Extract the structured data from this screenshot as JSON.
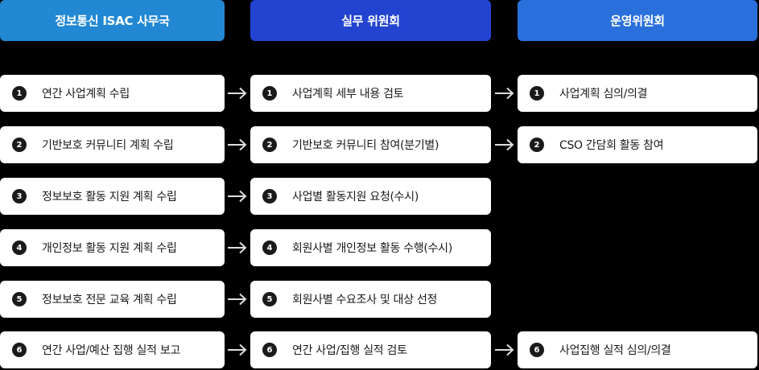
{
  "colors": {
    "background": "#000000",
    "header_col1": "#2288d4",
    "header_col2": "#2244d0",
    "header_col3": "#2a70dc",
    "box": "#ffffff",
    "number_badge": "#1a1a1a",
    "arrow": "#dddddd",
    "text": "#1a1a1a"
  },
  "columns": [
    {
      "title": "정보통신 ISAC 사무국",
      "items": [
        {
          "num": "1",
          "label": "연간 사업계획 수립"
        },
        {
          "num": "2",
          "label": "기반보호 커뮤니티 계획 수립"
        },
        {
          "num": "3",
          "label": "정보보호 활동 지원 계획 수립"
        },
        {
          "num": "4",
          "label": "개인정보 활동 지원 계획 수립"
        },
        {
          "num": "5",
          "label": "정보보호 전문 교육 계획 수립"
        },
        {
          "num": "6",
          "label": "연간 사업/예산 집행 실적 보고"
        }
      ]
    },
    {
      "title": "실무 위원회",
      "items": [
        {
          "num": "1",
          "label": "사업계획 세부 내용 검토"
        },
        {
          "num": "2",
          "label": "기반보호 커뮤니티 참여(분기별)"
        },
        {
          "num": "3",
          "label": "사업별 활동지원 요청(수시)"
        },
        {
          "num": "4",
          "label": "회원사별 개인정보 활동 수행(수시)"
        },
        {
          "num": "5",
          "label": "회원사별 수요조사 및 대상 선정"
        },
        {
          "num": "6",
          "label": "연간 사업/집행 실적 검토"
        }
      ]
    },
    {
      "title": "운영위원회",
      "items": [
        {
          "num": "1",
          "label": "사업계획 심의/의결"
        },
        {
          "num": "2",
          "label": "CSO 간담회 활동 참여"
        },
        {
          "num": "6",
          "label": "사업집행 실적 심의/의결"
        }
      ]
    }
  ],
  "icons": {
    "arrow": "arrow-right-icon"
  }
}
